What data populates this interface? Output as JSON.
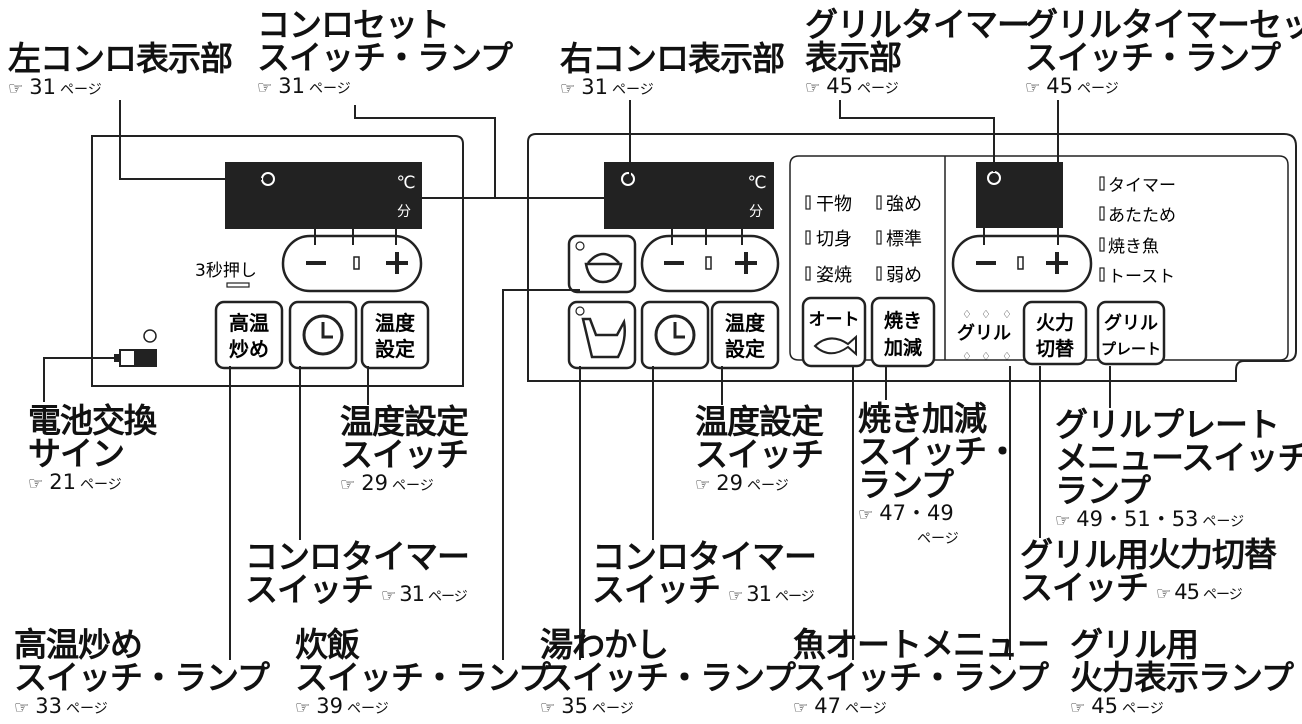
{
  "callouts": {
    "left_display": {
      "title": "左コンロ表示部",
      "page": "31",
      "page_unit": "ページ"
    },
    "konro_set": {
      "title1": "コンロセット",
      "title2": "スイッチ・ランプ",
      "page": "31",
      "page_unit": "ページ"
    },
    "right_display": {
      "title": "右コンロ表示部",
      "page": "31",
      "page_unit": "ページ"
    },
    "grill_timer_display": {
      "title1": "グリルタイマー",
      "title2": "表示部",
      "page": "45",
      "page_unit": "ページ"
    },
    "grill_timer_set": {
      "title1": "グリルタイマーセット",
      "title2": "スイッチ・ランプ",
      "page": "45",
      "page_unit": "ページ"
    },
    "battery": {
      "title1": "電池交換",
      "title2": "サイン",
      "page": "21",
      "page_unit": "ページ"
    },
    "temp_set_left": {
      "title1": "温度設定",
      "title2": "スイッチ",
      "page": "29",
      "page_unit": "ページ"
    },
    "temp_set_right": {
      "title1": "温度設定",
      "title2": "スイッチ",
      "page": "29",
      "page_unit": "ページ"
    },
    "yakikagen": {
      "title1": "焼き加減",
      "title2": "スイッチ・",
      "title3": "ランプ",
      "page": "47・49",
      "page_unit": "ページ"
    },
    "grill_plate_menu": {
      "title1": "グリルプレート",
      "title2": "メニュースイッチ・",
      "title3": "ランプ",
      "page": "49・51・53",
      "page_unit": "ページ"
    },
    "konro_timer_left": {
      "title1": "コンロタイマー",
      "title2": "スイッチ",
      "page": "31",
      "page_unit": "ページ"
    },
    "konro_timer_right": {
      "title1": "コンロタイマー",
      "title2": "スイッチ",
      "page": "31",
      "page_unit": "ページ"
    },
    "grill_fire_switch": {
      "title1": "グリル用火力切替",
      "title2": "スイッチ",
      "page": "45",
      "page_unit": "ページ"
    },
    "koon_itame": {
      "title1": "高温炒め",
      "title2": "スイッチ・ランプ",
      "page": "33",
      "page_unit": "ページ"
    },
    "suihan": {
      "title1": "炊飯",
      "title2": "スイッチ・ランプ",
      "page": "39",
      "page_unit": "ページ"
    },
    "yuwakashi": {
      "title1": "湯わかし",
      "title2": "スイッチ・ランプ",
      "page": "35",
      "page_unit": "ページ"
    },
    "sakana_auto": {
      "title1": "魚オートメニュー",
      "title2": "スイッチ・ランプ",
      "page": "47",
      "page_unit": "ページ"
    },
    "grill_fire_lamp": {
      "title1": "グリル用",
      "title2": "火力表示ランプ",
      "page": "45",
      "page_unit": "ページ"
    }
  },
  "panel": {
    "celsius": "℃",
    "minutes": "分",
    "press3": "3秒押し",
    "btn_koon": [
      "高温",
      "炒め"
    ],
    "btn_ondo": [
      "温度",
      "設定"
    ],
    "menu_left": [
      "干物",
      "切身",
      "姿焼"
    ],
    "menu_right": [
      "強め",
      "標準",
      "弱め"
    ],
    "btn_auto": "オート",
    "btn_yaki": [
      "焼き",
      "加減"
    ],
    "grill_label": "グリル",
    "btn_karyoku": [
      "火力",
      "切替"
    ],
    "btn_plate": [
      "グリル",
      "プレート"
    ],
    "grill_menu": [
      "タイマー",
      "あたため",
      "焼き魚",
      "トースト"
    ]
  },
  "ref_icon": "☞"
}
